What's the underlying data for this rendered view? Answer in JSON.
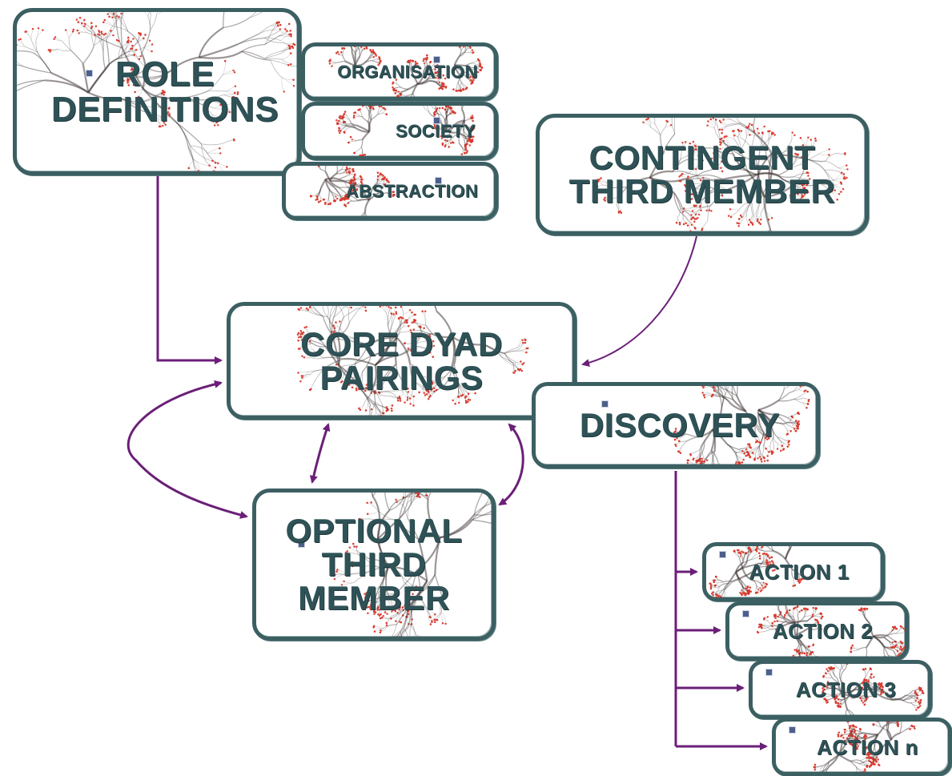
{
  "colors": {
    "box_border": "#3c5f62",
    "text": "#2f5257",
    "arrow": "#6b1f78",
    "texture_line": "#3a3030",
    "texture_dot": "#d93a2e"
  },
  "boxes": {
    "role": {
      "lines": [
        "ROLE",
        "DEFINITIONS"
      ]
    },
    "organisation": {
      "lines": [
        "ORGANISATION"
      ]
    },
    "society": {
      "lines": [
        "SOCIETY"
      ]
    },
    "abstraction": {
      "lines": [
        "ABSTRACTION"
      ]
    },
    "contingent": {
      "lines": [
        "CONTINGENT",
        "THIRD MEMBER"
      ]
    },
    "core": {
      "lines": [
        "CORE DYAD",
        "PAIRINGS"
      ]
    },
    "discovery": {
      "lines": [
        "DISCOVERY"
      ]
    },
    "optional": {
      "lines": [
        "OPTIONAL",
        "THIRD",
        "MEMBER"
      ]
    },
    "action1": {
      "lines": [
        "ACTION 1"
      ]
    },
    "action2": {
      "lines": [
        "ACTION 2"
      ]
    },
    "action3": {
      "lines": [
        "ACTION 3"
      ]
    },
    "actionn": {
      "lines": [
        "ACTION n"
      ]
    }
  },
  "connections": [
    {
      "from": "role",
      "to": "core",
      "style": "elbow"
    },
    {
      "from": "contingent",
      "to": "core",
      "style": "curve"
    },
    {
      "from": "core",
      "to": "optional",
      "style": "bidirectional"
    },
    {
      "from": "discovery",
      "to": "action1",
      "style": "branch"
    },
    {
      "from": "discovery",
      "to": "action2",
      "style": "branch"
    },
    {
      "from": "discovery",
      "to": "action3",
      "style": "branch"
    },
    {
      "from": "discovery",
      "to": "actionn",
      "style": "branch"
    }
  ]
}
